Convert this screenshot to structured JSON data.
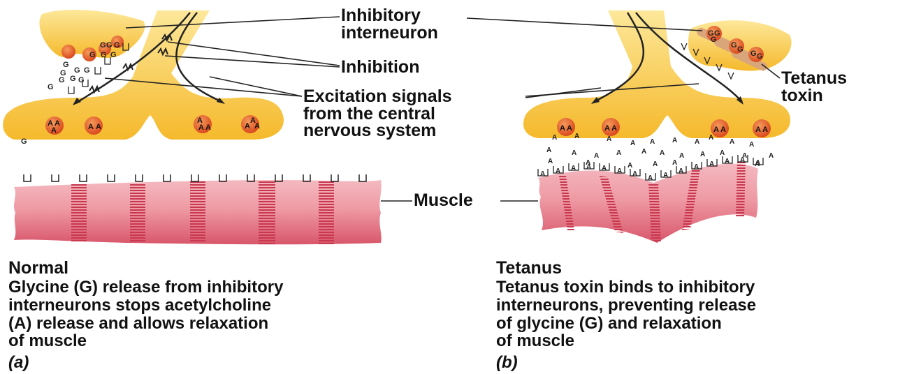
{
  "labels": {
    "inhibitory_interneuron_line1": "Inhibitory",
    "inhibitory_interneuron_line2": "interneuron",
    "inhibition": "Inhibition",
    "excitation_line1": "Excitation signals",
    "excitation_line2": "from the central",
    "excitation_line3": "nervous system",
    "tetanus_toxin_line1": "Tetanus",
    "tetanus_toxin_line2": "toxin",
    "muscle": "Muscle"
  },
  "left_caption": {
    "title": "Normal",
    "line1": "Glycine (G) release from inhibitory",
    "line2": "interneurons stops acetylcholine",
    "line3": "(A) release and allows relaxation",
    "line4": "of muscle",
    "panel": "(a)"
  },
  "right_caption": {
    "title": "Tetanus",
    "line1": "Tetanus toxin binds to inhibitory",
    "line2": "interneurons, preventing release",
    "line3": "of glycine (G) and relaxation",
    "line4": "of muscle",
    "panel": "(b)"
  },
  "molecule_letters": {
    "glycine": "G",
    "acetylcholine": "A"
  },
  "colors": {
    "neuron": "#f7c23a",
    "neuron_light": "#fde89a",
    "vesicle": "#e8551f",
    "muscle": "#e57a86",
    "muscle_light": "#f6c6cc",
    "muscle_band": "#c8384f",
    "toxin": "#d9a57a",
    "line": "#222222"
  }
}
